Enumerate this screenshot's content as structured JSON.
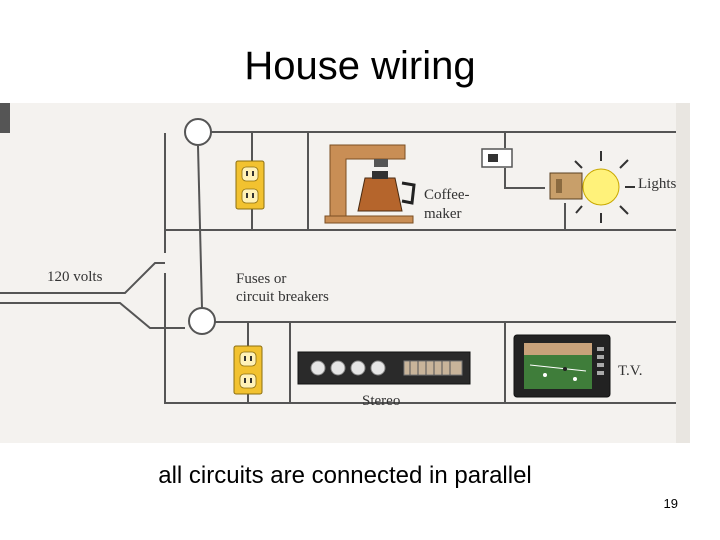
{
  "slide": {
    "title": "House wiring",
    "caption": "all circuits are connected in parallel",
    "page_number": "19"
  },
  "diagram": {
    "labels": {
      "voltage": "120 volts",
      "fuses_line1": "Fuses or",
      "fuses_line2": "circuit breakers",
      "coffee_line1": "Coffee-",
      "coffee_line2": "maker",
      "lights": "Lights",
      "stereo": "Stereo",
      "tv": "T.V."
    },
    "colors": {
      "background": "#f4f2ef",
      "wire": "#555555",
      "outlet": "#f2c230",
      "coffee_maker": "#c98e55",
      "bulb": "#fff27a"
    },
    "icons": [
      "circuit-breaker-icon",
      "outlet-icon",
      "coffee-maker-icon",
      "switch-icon",
      "light-bulb-icon",
      "stereo-icon",
      "tv-icon"
    ]
  }
}
